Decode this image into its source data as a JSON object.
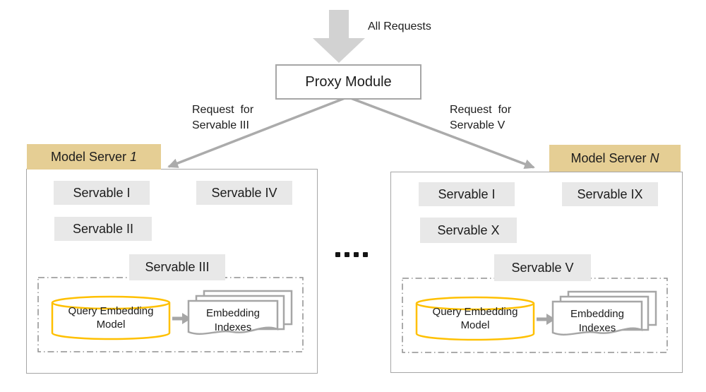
{
  "top": {
    "all_requests_label": "All Requests",
    "proxy_label": "Proxy Module",
    "left_request_line1": "Request  for",
    "left_request_line2": "Servable III",
    "right_request_line1": "Request  for",
    "right_request_line2": "Servable V",
    "ellipsis_icon": "...."
  },
  "servers": [
    {
      "title_prefix": "Model Server",
      "title_number": "1",
      "servables": [
        "Servable I",
        "Servable IV",
        "Servable II",
        "Servable III"
      ],
      "model_label_line1": "Query Embedding",
      "model_label_line2": "Model",
      "indexes_label_line1": "Embedding",
      "indexes_label_line2": "Indexes"
    },
    {
      "title_prefix": "Model Server",
      "title_number": "N",
      "servables": [
        "Servable I",
        "Servable IX",
        "Servable X",
        "Servable V"
      ],
      "model_label_line1": "Query Embedding",
      "model_label_line2": "Model",
      "indexes_label_line1": "Embedding",
      "indexes_label_line2": "Indexes"
    }
  ],
  "colors": {
    "tab_background": "#e5ce94",
    "servable_background": "#e8e8e8",
    "box_border": "#a6a6a6",
    "connector_gray": "#ababab",
    "block_arrow_fill": "#d2d2d2",
    "cylinder_stroke": "#ffc000",
    "dash_border": "#8f8f8f",
    "text": "#1c1c1c"
  }
}
